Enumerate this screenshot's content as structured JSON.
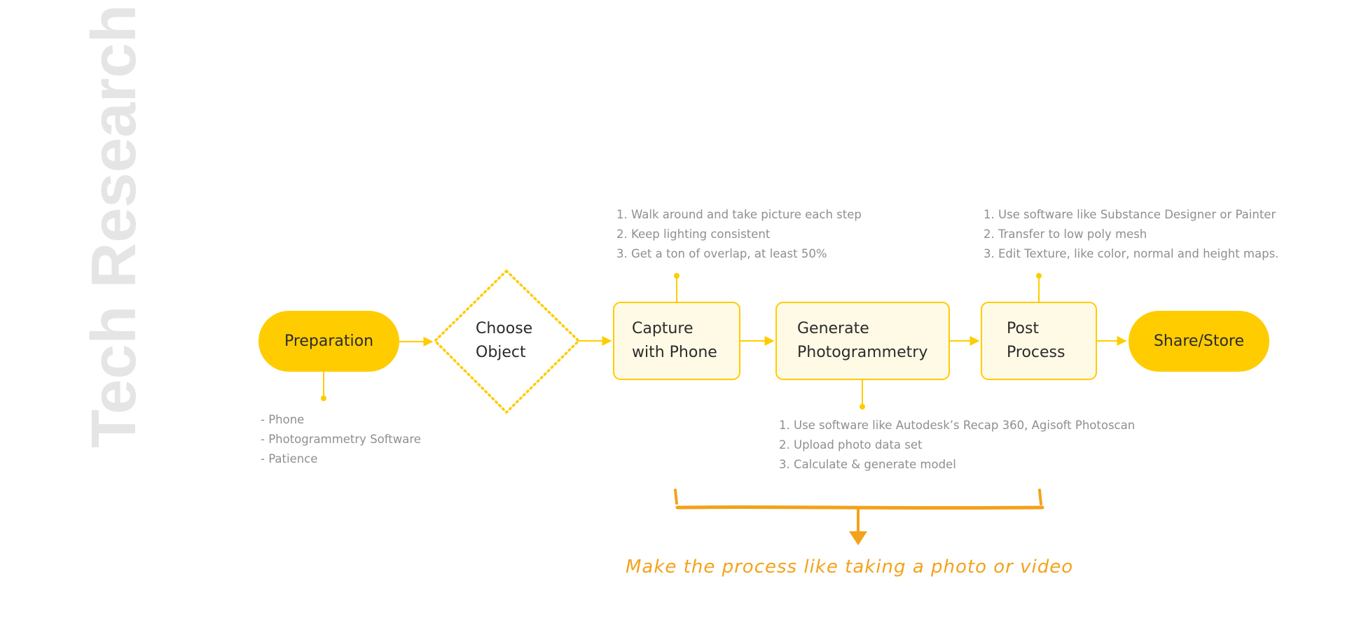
{
  "side_title": "Tech Research",
  "colors": {
    "accent": "#FFCC00",
    "box_fill": "#FFFAE6",
    "connector": "#FFCC00",
    "note_text": "#8F8F8F",
    "annotation": "#F3A21B"
  },
  "nodes": [
    {
      "id": "preparation",
      "shape": "pill",
      "lines": [
        "Preparation"
      ]
    },
    {
      "id": "choose-object",
      "shape": "diamond",
      "lines": [
        "Choose",
        "Object"
      ]
    },
    {
      "id": "capture",
      "shape": "box",
      "lines": [
        "Capture",
        "with Phone"
      ]
    },
    {
      "id": "generate",
      "shape": "box",
      "lines": [
        "Generate",
        "Photogrammetry"
      ]
    },
    {
      "id": "post-process",
      "shape": "box",
      "lines": [
        "Post",
        "Process"
      ]
    },
    {
      "id": "share-store",
      "shape": "pill",
      "lines": [
        "Share/Store"
      ]
    }
  ],
  "notes": {
    "preparation": [
      "- Phone",
      "- Photogrammetry Software",
      "- Patience"
    ],
    "capture": [
      "1. Walk around and take picture each step",
      "2. Keep lighting consistent",
      "3. Get a ton of overlap, at least 50%"
    ],
    "generate": [
      "1. Use software like Autodesk’s Recap 360, Agisoft Photoscan",
      "2. Upload photo data set",
      "3. Calculate & generate model"
    ],
    "post_process": [
      "1. Use software like Substance Designer or Painter",
      "2. Transfer to low poly mesh",
      "3. Edit Texture, like color, normal and height maps."
    ]
  },
  "summary": "Make the process like taking a photo or video"
}
